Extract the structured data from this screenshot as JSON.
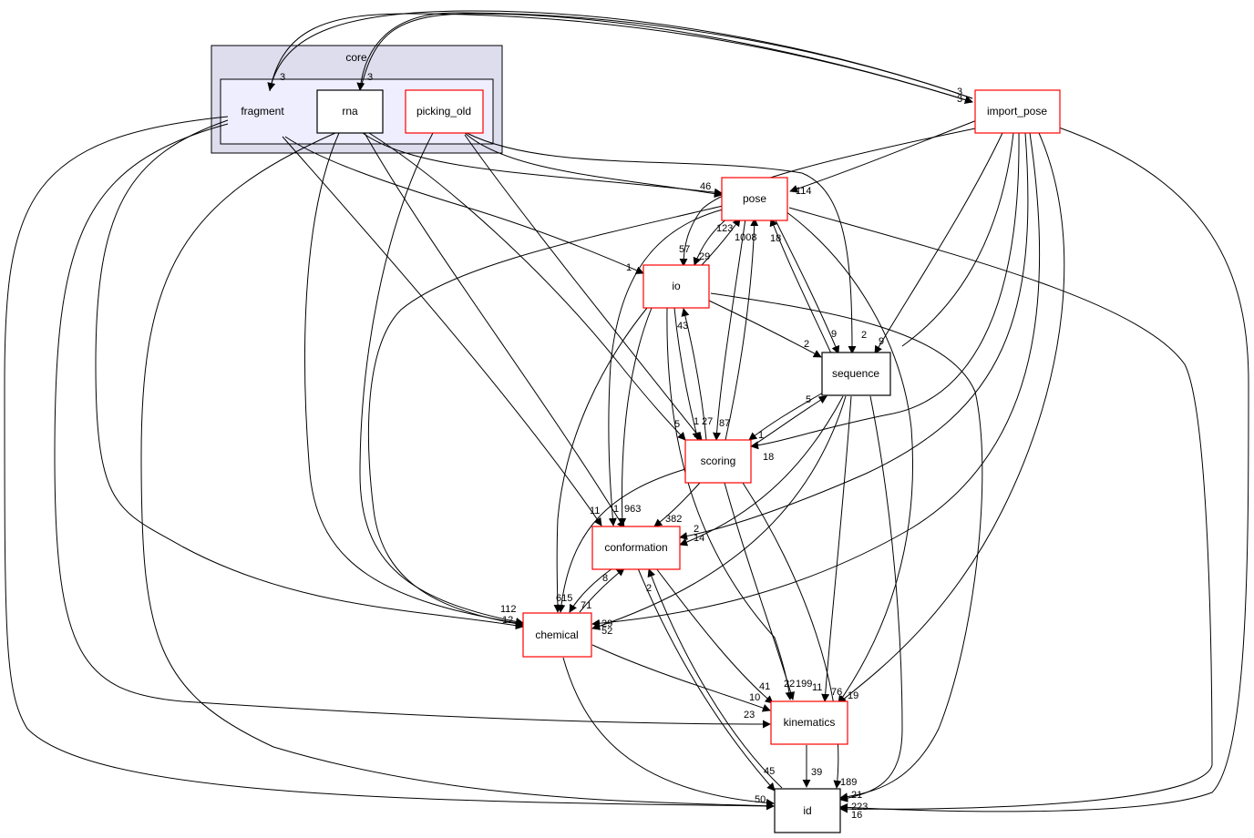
{
  "cluster": {
    "label": "core"
  },
  "nodes": {
    "fragment": "fragment",
    "rna": "rna",
    "picking_old": "picking_old",
    "import_pose": "import_pose",
    "pose": "pose",
    "io": "io",
    "sequence": "sequence",
    "scoring": "scoring",
    "conformation": "conformation",
    "chemical": "chemical",
    "kinematics": "kinematics",
    "id": "id"
  },
  "edge_labels": {
    "frag_imp": "3",
    "rna_imp": "3",
    "imp_frag": "3",
    "imp_rna": "3",
    "imp_pose": "114",
    "pose_io1": "46",
    "frag_io": "1",
    "io_57": "57",
    "pose_io_123": "123",
    "io_pose_29": "29",
    "pose_score_1008": "1008",
    "pose_seq_18": "18",
    "seq_pose_9": "9",
    "imp_seq_2": "2",
    "imp_seq_9": "9",
    "io_seq_2": "2",
    "io_score_43": "43",
    "rna_score_5": "5",
    "score_io_1": "1",
    "score_27": "27",
    "score_87": "87",
    "seq_score_5": "5",
    "score_seq_1": "1",
    "imp_score_18": "18",
    "conf_11": "11",
    "conf_1": "1",
    "conf_963": "963",
    "conf_382": "382",
    "conf_2": "2",
    "conf_14": "14",
    "chem_615": "615",
    "chem_71": "71",
    "conf_chem_8": "8",
    "chem_112": "112",
    "chem_12": "12",
    "chem_29": "29",
    "chem_52": "52",
    "conf_id_2": "2",
    "kin_41": "41",
    "kin_10": "10",
    "kin_23": "23",
    "kin_22": "22",
    "kin_199": "199",
    "kin_11": "11",
    "kin_76": "76",
    "kin_19": "19",
    "id_45": "45",
    "id_39": "39",
    "id_50": "50",
    "id_189": "189",
    "id_21": "21",
    "id_223": "223",
    "id_16": "16"
  }
}
